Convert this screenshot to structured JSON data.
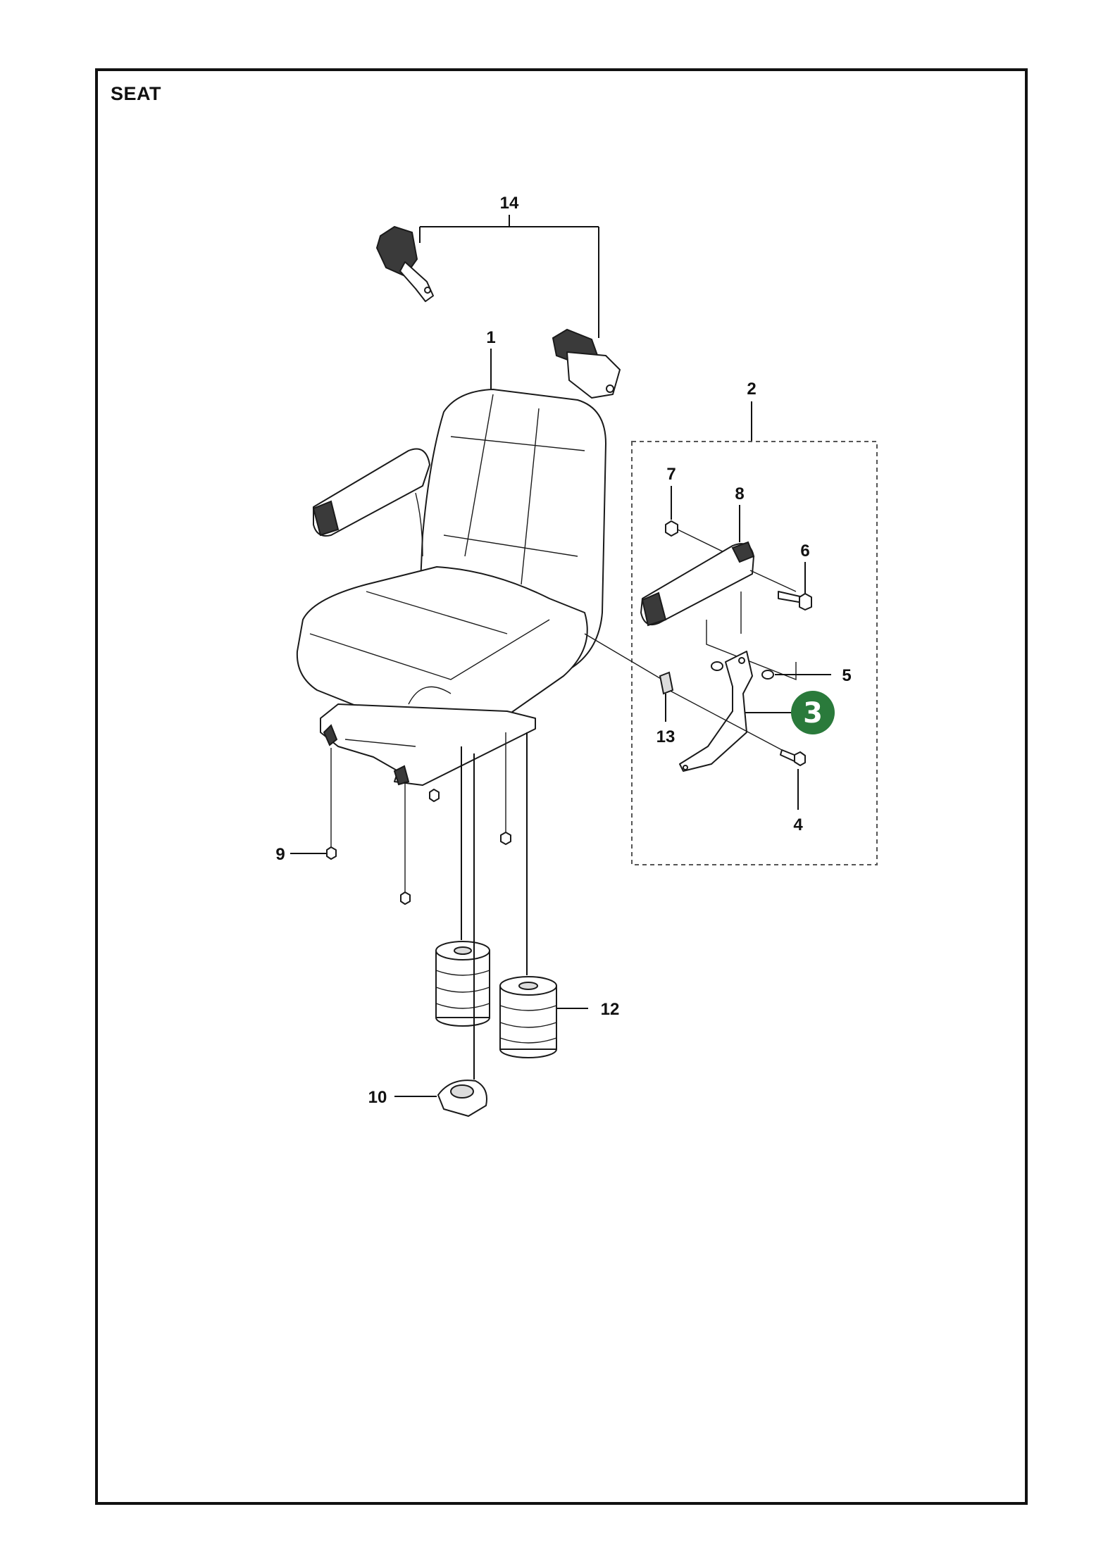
{
  "diagram": {
    "title": "SEAT",
    "callouts": {
      "c1": "1",
      "c2": "2",
      "c4": "4",
      "c5": "5",
      "c6": "6",
      "c7": "7",
      "c8": "8",
      "c9": "9",
      "c10": "10",
      "c12": "12",
      "c13": "13",
      "c14": "14"
    },
    "highlight": {
      "label": "3",
      "color": "#2a7a3b"
    }
  }
}
